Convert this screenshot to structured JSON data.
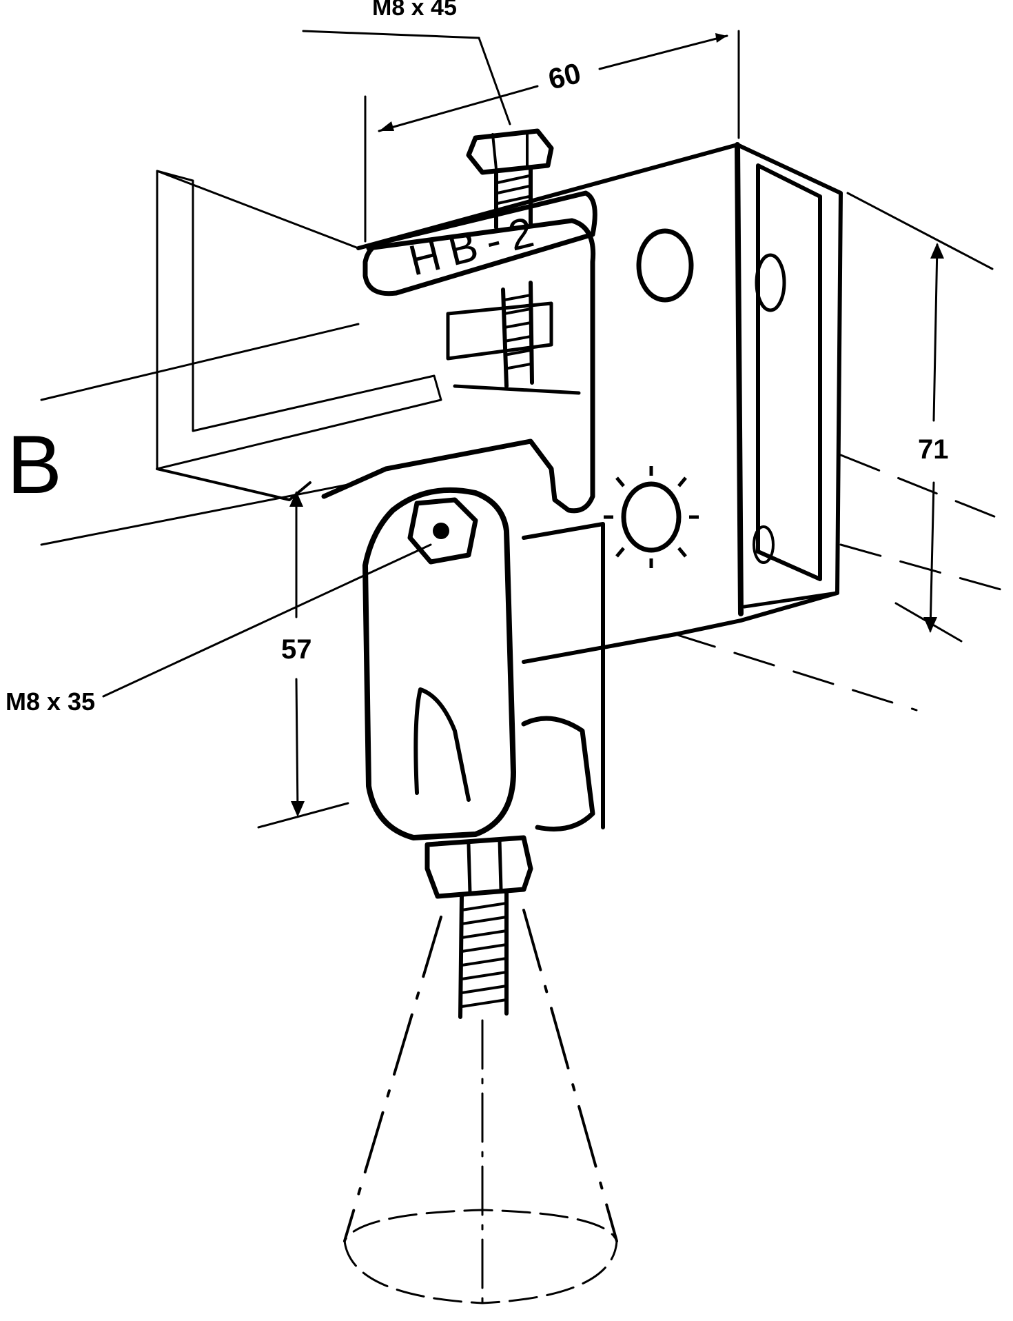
{
  "view_label": "B",
  "part_marking": "HB-2",
  "dimensions": {
    "top_width": "60",
    "right_height": "71",
    "left_height": "57"
  },
  "callouts": {
    "top_bolt": "M8 x 45",
    "side_bolt": "M8 x 35"
  }
}
